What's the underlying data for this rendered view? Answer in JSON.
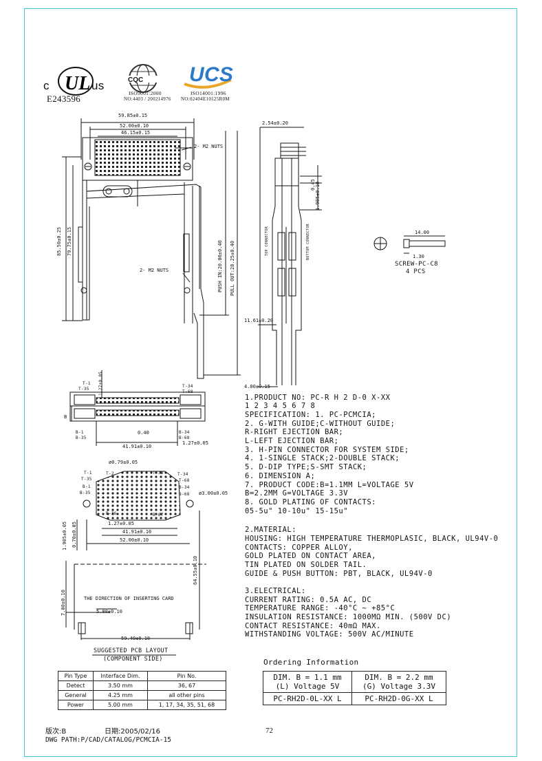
{
  "logos": {
    "ul_left": "c",
    "ul_right": "us",
    "ul_file": "E243596",
    "cqc_line1": "ISO9001:2000",
    "cqc_line2": "NO:4403 / 200214976",
    "ucs_mark": "UCS",
    "ucs_line1": "ISO14001:1996",
    "ucs_line2": "NO:02404E10125R0M"
  },
  "top_view": {
    "dim_overall": "59.85±0.15",
    "dim_mid": "52.00±0.10",
    "dim_inner": "46.15±0.15",
    "nuts_top": "2- M2 NUTS",
    "nuts_bottom": "2- M2 NUTS",
    "dim_length_outer": "85.50±0.25",
    "dim_length_inner": "79.75±0.15",
    "push_in": "PUSH IN:20.00±0.40",
    "pull_out": "PULL OUT:28.25±0.40"
  },
  "side_view": {
    "dim_pitch": "2.54±0.20",
    "dim_045": "0.45",
    "dim_1905": "1.905±0.10",
    "label_top": "TOP CONNECTOR",
    "label_bottom": "BOTTOM CONNECTOR",
    "dim_1161": "11.61±0.20",
    "dim_400": "4.00±0.15"
  },
  "screw": {
    "length": "14.00",
    "dia": "1.30",
    "name": "SCREW-PC-C8",
    "qty": "4 PCS"
  },
  "end_view": {
    "t1": "T-1",
    "t35": "T-35",
    "t34": "T-34",
    "t68": "T-68",
    "dim_127v": "1.27±0.05",
    "b": "B",
    "b1": "B-1",
    "b35": "B-35",
    "b34": "B-34",
    "b68": "B-68",
    "dim_040": "0.40",
    "dim_4191": "41.91±0.10",
    "dim_127": "1.27±0.05"
  },
  "pcb_layout": {
    "dim_hole": "ø0.79±0.05",
    "t1": "T-1",
    "t2": "T-2",
    "t33": "T-33",
    "t34": "T-34",
    "t35": "T-35",
    "t36": "T-36",
    "t67": "T-67",
    "t68": "T-68",
    "b1": "B-1",
    "b35": "B-35",
    "b34": "B-34",
    "b68": "B-68",
    "b36": "B-36",
    "b67": "B-67",
    "dim_300": "ø3.00±0.05",
    "dim_127": "1.27±0.05",
    "dim_4191": "41.91±0.10",
    "dim_5200": "52.00±0.10",
    "dim_1905": "1.905±0.05",
    "dim_070": "0.70±0.05",
    "dim_6455": "64.55±0.10",
    "dim_700": "7.00±0.10",
    "dim_500": "5.00±0.10",
    "dim_5940": "59.40±0.10",
    "inserting": "THE DIRECTION OF INSERTING CARD",
    "title": "SUGGESTED PCB LAYOUT",
    "subtitle": "(COMPONENT SIDE)"
  },
  "spec_lines": [
    "1.PRODUCT NO: PC-R H 2 D-0 X-XX",
    "              1 2 3 4 5 6 7 8",
    "  SPECIFICATION: 1. PC-PCMCIA;",
    "                 2. G-WITH GUIDE;C-WITHOUT GUIDE;",
    "                    R-RIGHT EJECTION BAR;",
    "                    L-LEFT EJECTION BAR;",
    "                 3. H-PIN CONNECTOR FOR SYSTEM SIDE;",
    "                 4. 1-SINGLE STACK;2-DOUBLE STACK;",
    "                 5. D-DIP TYPE;S-SMT STACK;",
    "                 6. DIMENSION A;",
    "                 7. PRODUCT CODE:B=1.1MM   L=VOLTAGE 5V",
    "                                 B=2.2MM   G=VOLTAGE 3.3V",
    "                 8. GOLD PLATING OF CONTACTS:",
    "                    05-5u\" 10-10u\" 15-15u\""
  ],
  "material_lines": [
    "2.MATERIAL:",
    "  HOUSING: HIGH TEMPERATURE THERMOPLASIC, BLACK, UL94V-0",
    "  CONTACTS: COPPER ALLOY,",
    "            GOLD PLATED ON CONTACT AREA,",
    "            TIN PLATED ON SOLDER TAIL.",
    "  GUIDE & PUSH BUTTON: PBT, BLACK, UL94V-0"
  ],
  "electrical_lines": [
    "3.ELECTRICAL:",
    "  CURRENT RATING: 0.5A AC, DC",
    "  TEMPERATURE RANGE: -40°C ~ +85°C",
    "  INSULATION RESISTANCE: 1000MΩ MIN. (500V DC)",
    "  CONTACT RESISTANCE: 40mΩ MAX.",
    "  WITHSTANDING VOLTAGE: 500V AC/MINUTE"
  ],
  "pin_table": {
    "headers": [
      "Pin Type",
      "Interface Dim.",
      "Pin No."
    ],
    "rows": [
      [
        "Detect",
        "3.50 mm",
        "36, 67"
      ],
      [
        "General",
        "4.25 mm",
        "all other pins"
      ],
      [
        "Power",
        "5.00 mm",
        "1, 17, 34, 35, 51, 68"
      ]
    ]
  },
  "ordering": {
    "title": "Ordering Information",
    "col1_line1": "DIM. B = 1.1 mm",
    "col1_line2": "(L) Voltage 5V",
    "col2_line1": "DIM. B = 2.2 mm",
    "col2_line2": "(G) Voltage 3.3V",
    "col1_part": "PC-RH2D-0L-XX L",
    "col2_part": "PC-RH2D-0G-XX L"
  },
  "footer": {
    "version": "版次:B",
    "date": "日期:2005/02/16",
    "page": "72",
    "path": "DWG PATH:P/CAD/CATALOG/PCMCIA-15"
  }
}
